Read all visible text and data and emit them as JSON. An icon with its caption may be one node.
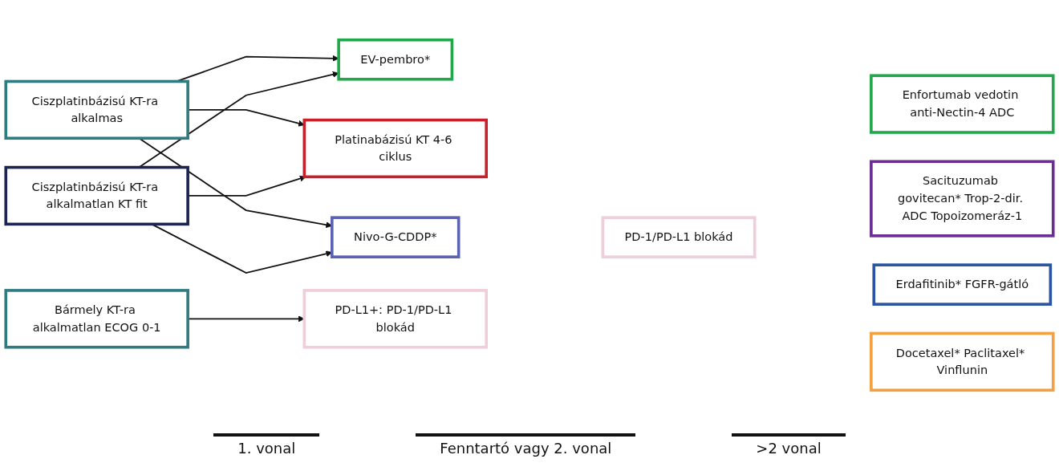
{
  "diagram": {
    "nodes": [
      {
        "text": [
          "Ciszplatinbázisú KT-ra alkalmas"
        ]
      },
      {
        "text": [
          "Ciszplatinbázisú KT-ra alkalmatlan KT fit"
        ]
      },
      {
        "text": [
          "Bármely KT-ra alkalmatlan ECOG 0-1"
        ]
      },
      {
        "text": [
          "EV-pembro*"
        ]
      },
      {
        "text": [
          "Platinabázisú KT 4-6 ciklus"
        ]
      },
      {
        "text": [
          "Nivo-G-CDDP*"
        ]
      },
      {
        "text": [
          "PD-L1+: PD-1/PD-L1 blokád"
        ]
      },
      {
        "text": [
          "PD-1/PD-L1 blokád"
        ]
      },
      {
        "text": [
          "Enfortumab vedotin anti-Nectin-4 ADC"
        ]
      },
      {
        "text": [
          "Sacituzumab govitecan* Trop-2-dir. ADC Topoizomeráz-1"
        ]
      },
      {
        "text": [
          "Erdafitinib* FGFR-gátló"
        ]
      },
      {
        "text": [
          "Docetaxel* Paclitaxel* Vinflunin"
        ]
      }
    ],
    "edges": [
      {
        "from": 0,
        "to": 3,
        "arrow": "to"
      },
      {
        "from": 0,
        "to": 4,
        "arrow": "to"
      },
      {
        "from": 0,
        "to": 5,
        "arrow": "to"
      },
      {
        "from": 1,
        "to": 3,
        "arrow": "to"
      },
      {
        "from": 1,
        "to": 4,
        "arrow": "to"
      },
      {
        "from": 1,
        "to": 5,
        "arrow": "to"
      },
      {
        "from": 2,
        "to": 6,
        "arrow": "to"
      }
    ],
    "labels": [
      "1. vonal",
      "Fenntartó vagy 2. vonal",
      ">2 vonal"
    ]
  }
}
